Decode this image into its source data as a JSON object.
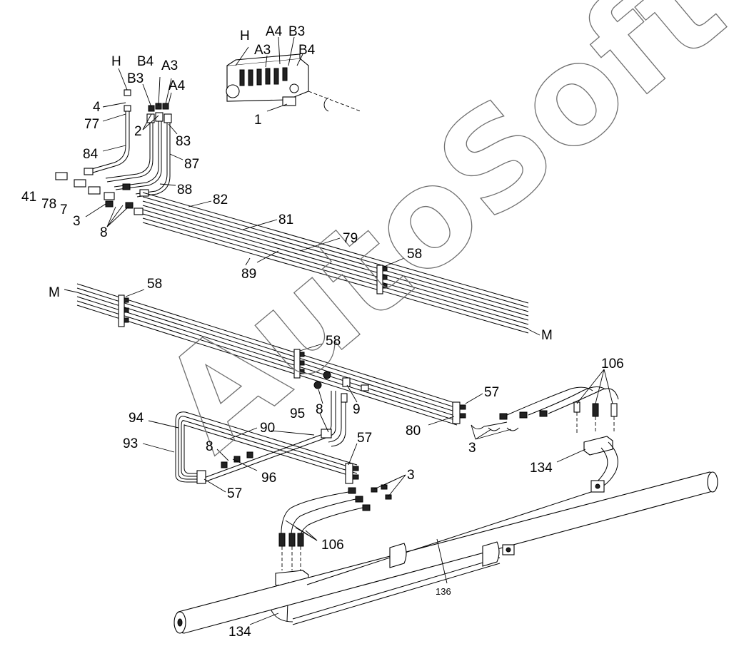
{
  "watermark": "AutoSoft",
  "callouts": {
    "valve_H": "H",
    "valve_A3": "A3",
    "valve_A4": "A4",
    "valve_B3": "B3",
    "valve_B4": "B4",
    "port_H": "H",
    "port_B3": "B3",
    "port_B4": "B4",
    "port_A3": "A3",
    "port_A4": "A4",
    "n1": "1",
    "n2": "2",
    "n3a": "3",
    "n4": "4",
    "n7": "7",
    "n41": "41",
    "n77": "77",
    "n78": "78",
    "n8a": "8",
    "n83": "83",
    "n84": "84",
    "n87": "87",
    "n88": "88",
    "n82": "82",
    "n81": "81",
    "n79": "79",
    "n89": "89",
    "n58a": "58",
    "n58b": "58",
    "n58c": "58",
    "mLeft": "M",
    "mRight": "M",
    "n8b": "8",
    "n9": "9",
    "n95": "95",
    "n57a": "57",
    "n80": "80",
    "n3b": "3",
    "n106a": "106",
    "n134a": "134",
    "n94": "94",
    "n93": "93",
    "n90": "90",
    "n8c": "8",
    "n96": "96",
    "n57b": "57",
    "n57c": "57",
    "n3c": "3",
    "n106b": "106",
    "n136": "136",
    "n134b": "134"
  }
}
